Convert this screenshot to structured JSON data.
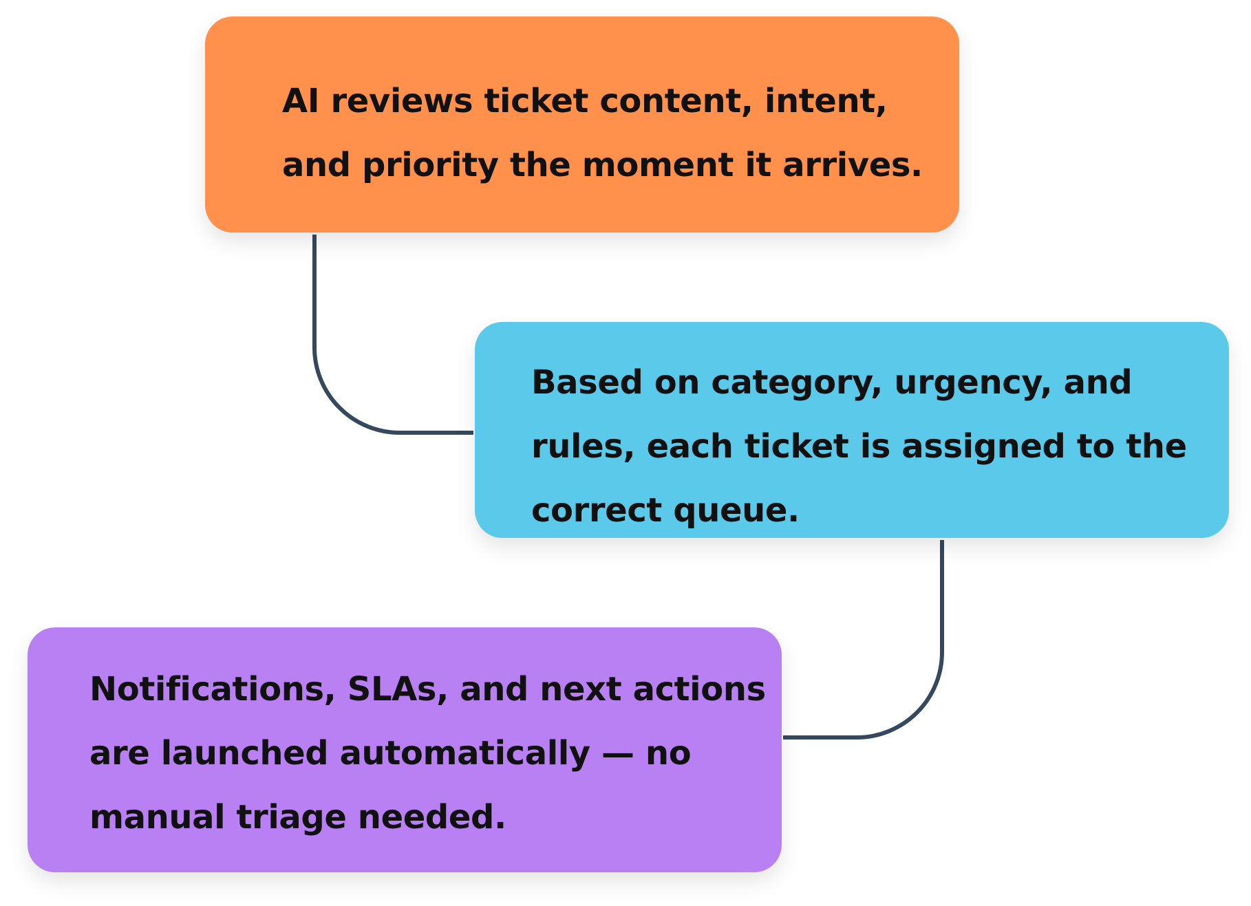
{
  "diagram": {
    "steps": [
      {
        "id": "analyze",
        "text": "AI reviews ticket content, intent,\nand priority the moment it arrives.",
        "color": "#FF914D"
      },
      {
        "id": "route",
        "text": "Based on category, urgency, and\nrules, each ticket is assigned to the\ncorrect queue.",
        "color": "#5BCAEA"
      },
      {
        "id": "automate",
        "text": "Notifications, SLAs, and next actions\nare launched automatically — no\nmanual triage needed.",
        "color": "#B880F2"
      }
    ],
    "connector_color": "#34495E"
  }
}
